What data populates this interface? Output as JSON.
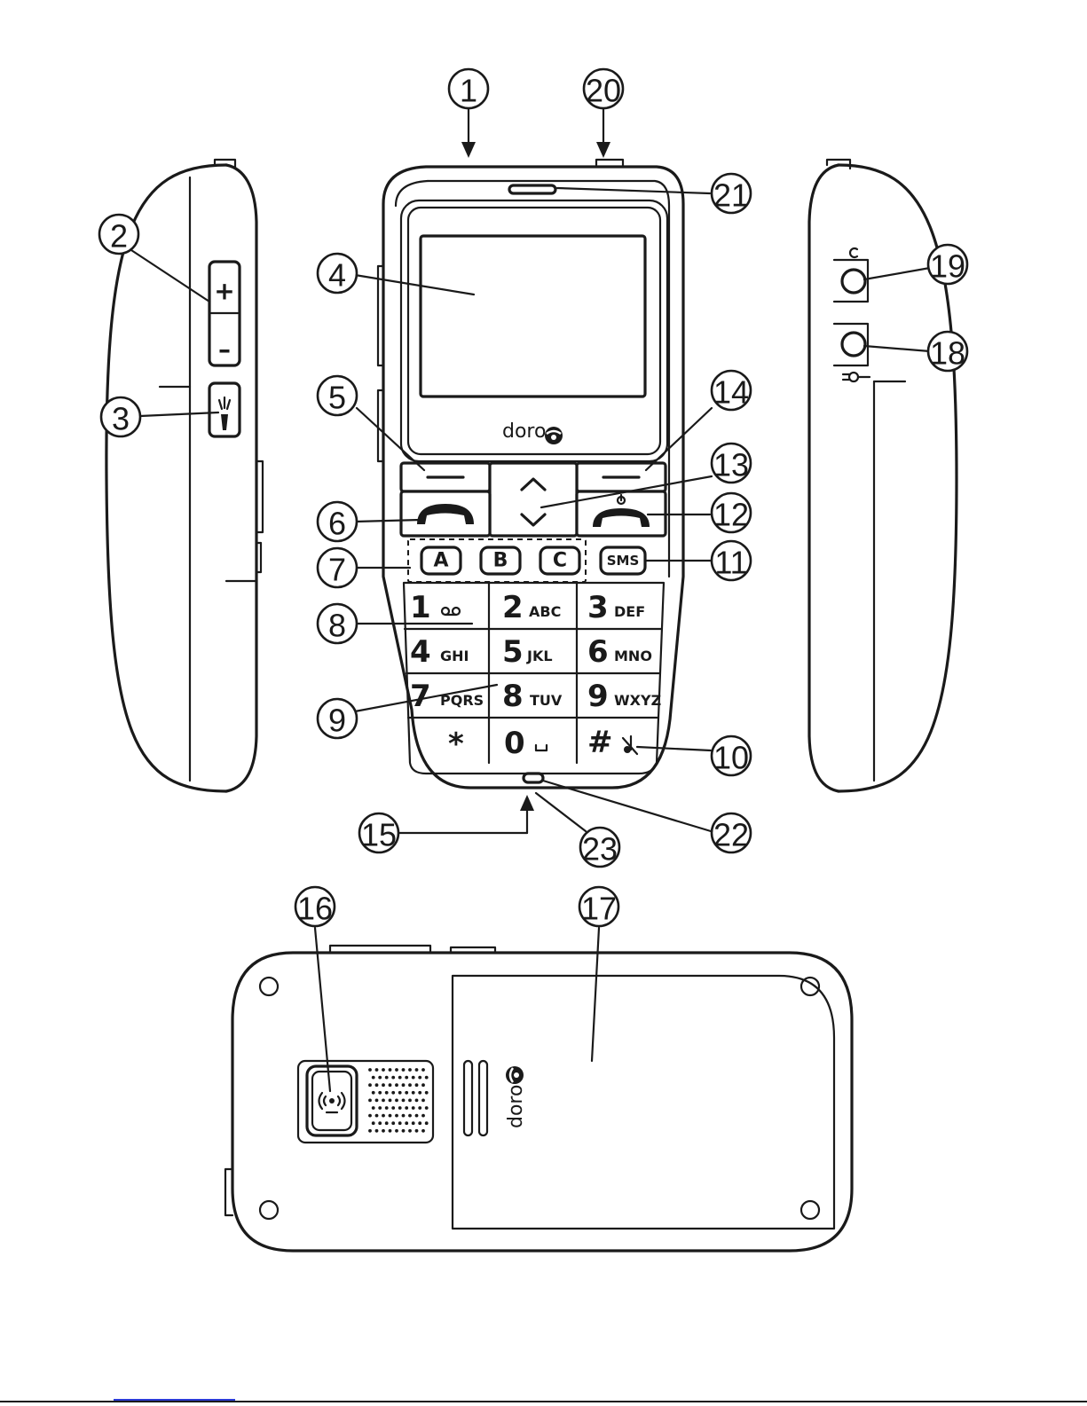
{
  "callouts": [
    {
      "id": "1",
      "label": "1"
    },
    {
      "id": "2",
      "label": "2"
    },
    {
      "id": "3",
      "label": "3"
    },
    {
      "id": "4",
      "label": "4"
    },
    {
      "id": "5",
      "label": "5"
    },
    {
      "id": "6",
      "label": "6"
    },
    {
      "id": "7",
      "label": "7"
    },
    {
      "id": "8",
      "label": "8"
    },
    {
      "id": "9",
      "label": "9"
    },
    {
      "id": "10",
      "label": "10"
    },
    {
      "id": "11",
      "label": "11"
    },
    {
      "id": "12",
      "label": "12"
    },
    {
      "id": "13",
      "label": "13"
    },
    {
      "id": "14",
      "label": "14"
    },
    {
      "id": "15",
      "label": "15"
    },
    {
      "id": "16",
      "label": "16"
    },
    {
      "id": "17",
      "label": "17"
    },
    {
      "id": "18",
      "label": "18"
    },
    {
      "id": "19",
      "label": "19"
    },
    {
      "id": "20",
      "label": "20"
    },
    {
      "id": "21",
      "label": "21"
    },
    {
      "id": "22",
      "label": "22"
    },
    {
      "id": "23",
      "label": "23"
    }
  ],
  "brand": {
    "logo_text": "doro"
  },
  "side_left": {
    "volume_plus": "+",
    "volume_minus": "–"
  },
  "keypad": {
    "keys": [
      {
        "digit": "1",
        "letters": ""
      },
      {
        "digit": "2",
        "letters": "ABC"
      },
      {
        "digit": "3",
        "letters": "DEF"
      },
      {
        "digit": "4",
        "letters": "GHI"
      },
      {
        "digit": "5",
        "letters": "JKL"
      },
      {
        "digit": "6",
        "letters": "MNO"
      },
      {
        "digit": "7",
        "letters": "PQRS"
      },
      {
        "digit": "8",
        "letters": "TUV"
      },
      {
        "digit": "9",
        "letters": "WXYZ"
      },
      {
        "digit": "*",
        "letters": ""
      },
      {
        "digit": "0",
        "letters": ""
      },
      {
        "digit": "#",
        "letters": ""
      }
    ]
  },
  "memory_keys": [
    "A",
    "B",
    "C"
  ],
  "sms_key": "SMS",
  "colors": {
    "line": "#1a1a1a",
    "background": "#ffffff",
    "footer_link": "#2b3bd6"
  }
}
